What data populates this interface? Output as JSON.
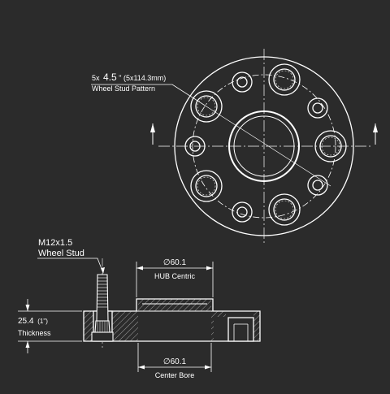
{
  "colors": {
    "background": "#2b2b2b",
    "line": "#ffffff",
    "hatch": "#bbbbbb"
  },
  "pattern": {
    "prefix": "5x",
    "value": "4.5",
    "unit": "\"",
    "metric": "(5x114.3mm)",
    "label": "Wheel Stud  Pattern"
  },
  "stud": {
    "size": "M12x1.5",
    "label": "Wheel Stud"
  },
  "hub": {
    "dimension": "∅60.1",
    "label": "HUB Centric"
  },
  "bore": {
    "dimension": "∅60.1",
    "label": "Center Bore"
  },
  "thickness": {
    "value": "25.4",
    "inches": "(1\")",
    "label": "Thickness"
  }
}
